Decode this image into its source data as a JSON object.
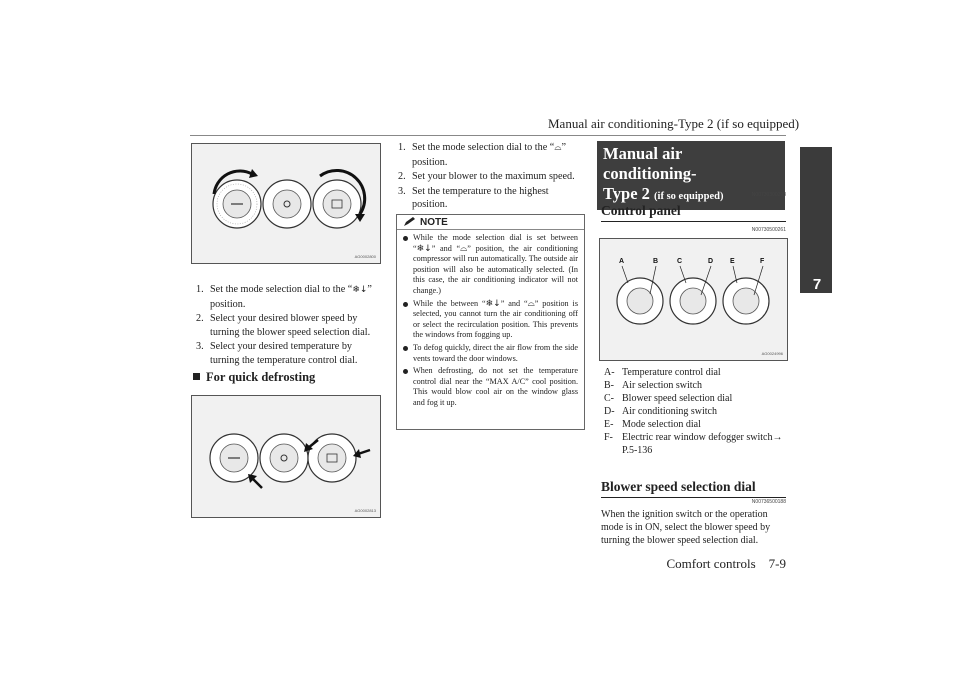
{
  "header": {
    "title": "Manual air conditioning-Type 2  (if so equipped)"
  },
  "footer": {
    "text": "Comfort controls    7-9"
  },
  "chapter_tab": {
    "number": "7"
  },
  "icons": {
    "defrost_floor": "defrost-floor-mode-icon",
    "defrost": "defrost-mode-icon"
  },
  "left_column": {
    "figure1_code": "AG0002800",
    "steps": [
      {
        "num": "1.",
        "text_before": "Set the mode selection dial to the “",
        "text_after": "” position."
      },
      {
        "num": "2.",
        "text": "Select your desired blower speed by turning the blower speed selection dial."
      },
      {
        "num": "3.",
        "text": "Select your desired temperature by turning the temperature control dial."
      }
    ],
    "heading": "For quick defrosting",
    "figure2_code": "AG0002813"
  },
  "middle_column": {
    "steps": [
      {
        "num": "1.",
        "text_before": "Set the mode selection dial to the “",
        "text_after": "” position."
      },
      {
        "num": "2.",
        "text": "Set your blower to the maximum speed."
      },
      {
        "num": "3.",
        "text": "Set the temperature to the highest position."
      }
    ],
    "note": {
      "label": "NOTE",
      "item1_a": "While the mode selection dial is set between “",
      "item1_b": "” and “",
      "item1_c": "” position, the air conditioning compressor will run automatically. The outside air position will also be automatically selected. (In this case, the air conditioning indicator will not change.)",
      "item2_a": "While the between “",
      "item2_b": "” and “",
      "item2_c": "” position is selected, you cannot turn the air conditioning off or select the recirculation position. This prevents the windows from fogging up.",
      "item3": "To defog quickly, direct the air flow from the side vents toward the door windows.",
      "item4": "When defrosting, do not set the temperature control dial near the “MAX A/C” cool position. This would blow cool air on the window glass and fog it up."
    }
  },
  "right_column": {
    "title_main": "Manual air conditioning-",
    "title_line2": "Type 2",
    "title_small": "(if so equipped)",
    "title_code": "N00730300298",
    "control_panel_heading": "Control panel",
    "control_panel_code": "N00730500261",
    "figure_labels": [
      "A",
      "B",
      "C",
      "D",
      "E",
      "F"
    ],
    "figure_code": "AG0024996",
    "legend": [
      {
        "key": "A-",
        "text": "Temperature control dial"
      },
      {
        "key": "B-",
        "text": "Air selection switch"
      },
      {
        "key": "C-",
        "text": "Blower speed selection dial"
      },
      {
        "key": "D-",
        "text": "Air conditioning switch"
      },
      {
        "key": "E-",
        "text": "Mode selection dial"
      },
      {
        "key": "F-",
        "text": "Electric rear window defogger switch"
      }
    ],
    "legend_ref_arrow": "→",
    "legend_ref_page": "P.5-136",
    "blower_heading": "Blower speed selection dial",
    "blower_code": "N00736500188",
    "blower_text": "When the ignition switch or the operation mode is in ON, select the blower speed by turning the blower speed selection dial."
  }
}
